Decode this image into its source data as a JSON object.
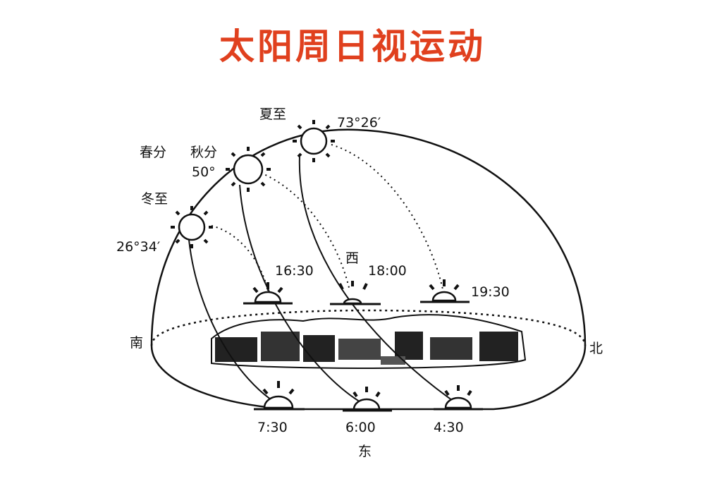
{
  "title": "太阳周日视运动",
  "colors": {
    "title": "#e0401e",
    "lines": "#111111"
  },
  "labels": {
    "summer_solstice": "夏至",
    "summer_angle": "73°26′",
    "spring_equinox": "春分",
    "autumn_equinox": "秋分",
    "equinox_angle": "50°",
    "winter_solstice": "冬至",
    "winter_angle": "26°34′",
    "west": "西",
    "east": "东",
    "south": "南",
    "north": "北",
    "sunset_winter": "16:30",
    "sunset_equinox": "18:00",
    "sunset_summer": "19:30",
    "sunrise_winter": "7:30",
    "sunrise_equinox": "6:00",
    "sunrise_summer": "4:30"
  }
}
